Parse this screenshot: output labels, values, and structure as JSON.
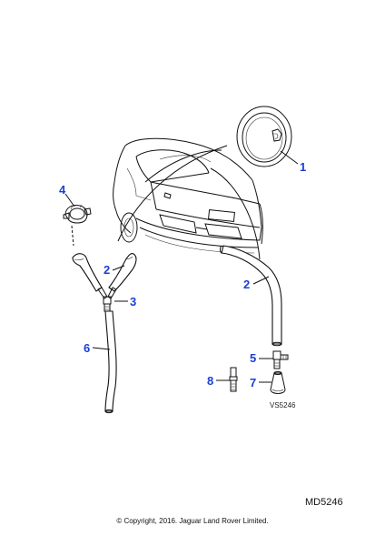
{
  "callouts": {
    "c1": "1",
    "c2a": "2",
    "c2b": "2",
    "c3": "3",
    "c4": "4",
    "c5": "5",
    "c6": "6",
    "c7": "7",
    "c8": "8"
  },
  "drawing_ref": "VS5246",
  "diagram_code": "MD5246",
  "copyright": "© Copyright, 2016. Jaguar Land Rover Limited."
}
